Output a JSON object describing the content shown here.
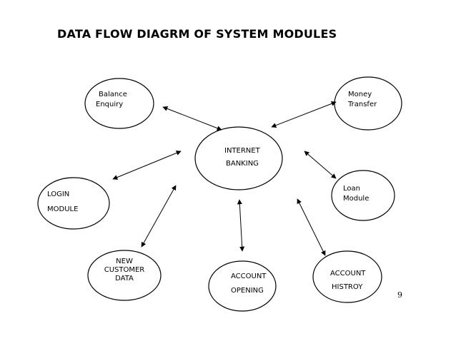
{
  "title": "DATA FLOW DIAGRM OF SYSTEM  MODULES",
  "nodes": {
    "center": {
      "line1": "INTERNET",
      "line2": "BANKING"
    },
    "balance": {
      "line1": "Balance",
      "line2": "Enquiry"
    },
    "money": {
      "line1": "Money",
      "line2": "Transfer"
    },
    "loan": {
      "line1": "Loan",
      "line2": "Module"
    },
    "login": {
      "line1": "LOGIN",
      "line2": "MODULE"
    },
    "customer": {
      "line1": "NEW",
      "line2": "CUSTOMER",
      "line3": "DATA"
    },
    "opening": {
      "line1": "ACCOUNT",
      "line2": "OPENING"
    },
    "history": {
      "line1": "ACCOUNT",
      "line2": "HISTROY"
    }
  },
  "page_number": "9"
}
